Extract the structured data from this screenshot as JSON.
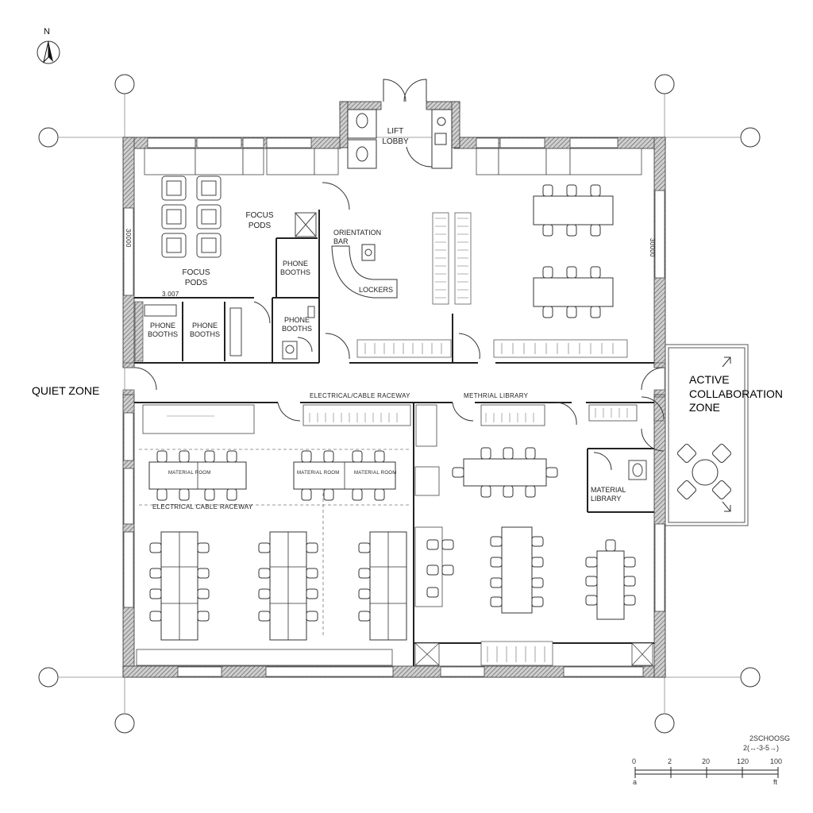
{
  "north_label": "N",
  "zones": {
    "quiet": "QUIET ZONE",
    "active": "ACTIVE COLLABORATION ZONE"
  },
  "rooms": {
    "lift_lobby": "LIFT LOBBY",
    "focus_pods_1": "FOCUS PODS",
    "focus_pods_2": "FOCUS PODS",
    "orientation_bar": "ORIENTATION BAR",
    "phone_booths_1": "PHONE BOOTHS",
    "phone_booths_2": "PHONE BOOTHS",
    "phone_booths_3": "PHONE BOOTHS",
    "phone_booths_4": "PHONE BOOTHS",
    "lockers": "LOCKERS",
    "material_library": "MATERIAL LIBRARY"
  },
  "annotations": {
    "electrical_raceway_1": "ELECTRICAL/CABLE RACEWAY",
    "electrical_raceway_2": "ELECTRICAL CABLE RACEWAY",
    "methrial_library": "METHRIAL LIBRARY",
    "dim_left": "30000",
    "dim_right": "30000",
    "dim_small": "3.007",
    "table_tag_1": "MATERIAL ROOM",
    "table_tag_2": "MATERIAL ROOM",
    "table_tag_3": "MATERIAL ROOM"
  },
  "scale": {
    "note_1": "2SCHOOSG",
    "note_2": "2(↔-3-5→)",
    "ticks": [
      "0",
      "2",
      "20",
      "120",
      "100"
    ],
    "sub_left": "a",
    "sub_right": "ft"
  }
}
